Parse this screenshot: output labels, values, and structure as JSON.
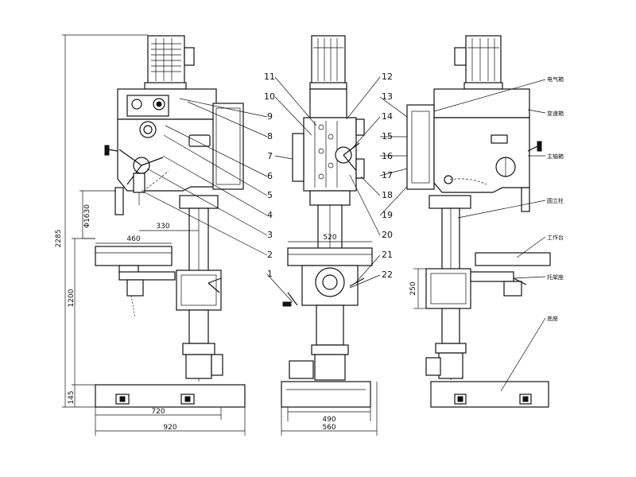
{
  "dimensions": {
    "total_height": "2285",
    "spindle_travel": "Φ1630",
    "overhang": "330",
    "table_width": "460",
    "column_height": "1200",
    "base_height": "145",
    "base_inner": "720",
    "base_outer": "920",
    "front_table": "520",
    "front_base_inner": "490",
    "front_base_outer": "560",
    "side_table": "250"
  },
  "callouts": [
    "1",
    "2",
    "3",
    "4",
    "5",
    "6",
    "7",
    "8",
    "9",
    "10",
    "11",
    "12",
    "13",
    "14",
    "15",
    "16",
    "17",
    "18",
    "19",
    "20",
    "21",
    "22"
  ],
  "side_labels": {
    "electrical_box": "电气箱",
    "gearbox": "变速箱",
    "main_gearbox": "主轴箱",
    "column": "圆立柱",
    "worktable": "工作台",
    "bracket": "托架座",
    "base": "底座"
  },
  "colors": {
    "line": "#111111",
    "background": "#ffffff"
  }
}
